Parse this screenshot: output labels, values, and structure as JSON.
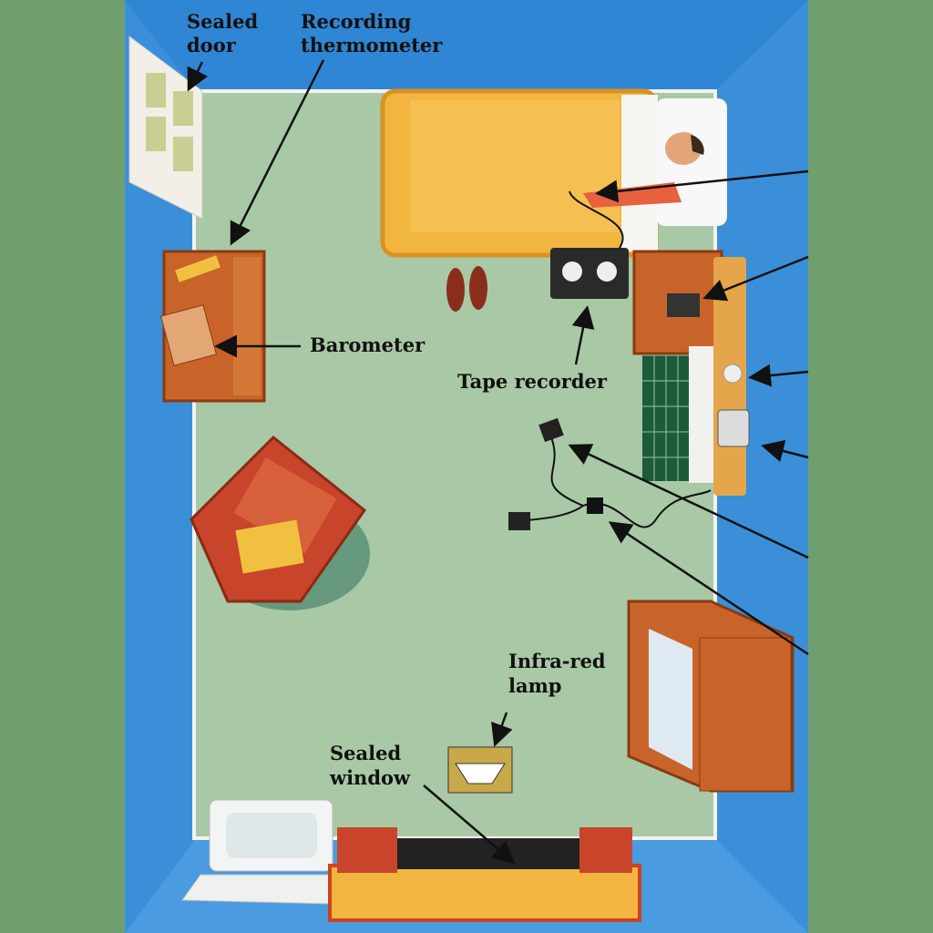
{
  "labels": {
    "sealed_door": [
      "Sealed",
      "door"
    ],
    "recording_thermometer": [
      "Recording",
      "thermometer"
    ],
    "barometer": "Barometer",
    "tape_recorder": "Tape recorder",
    "infra_red_lamp": [
      "Infra-red",
      "lamp"
    ],
    "sealed_window": [
      "Sealed",
      "window"
    ]
  },
  "colors": {
    "background": "#6f9f6e",
    "wall": "#3b8fd8",
    "floor": "#a9c8a5",
    "wood": "#c8642a",
    "bedspread": "#f2b640"
  }
}
